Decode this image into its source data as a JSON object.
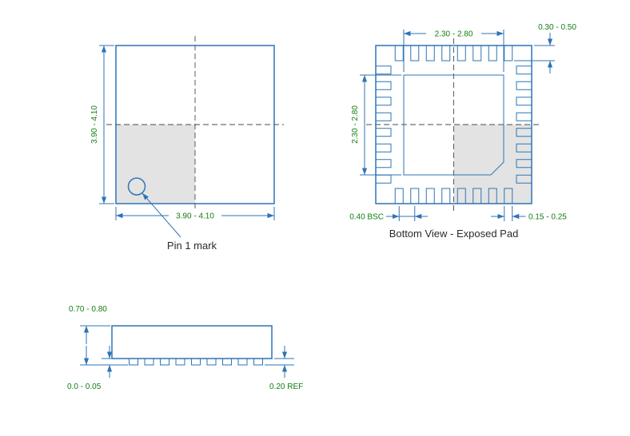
{
  "colors": {
    "line_blue": "#2e74b5",
    "dim_green": "#117d11",
    "shade_gray": "#e3e3e3",
    "centerline": "#4a4a4a",
    "label_dark": "#2b2b2b"
  },
  "top_view": {
    "width_dim": "3.90 - 4.10",
    "height_dim": "3.90 - 4.10",
    "pin1_label": "Pin 1 mark"
  },
  "bottom_view": {
    "title": "Bottom View - Exposed Pad",
    "exposed_pad_width_dim": "2.30 - 2.80",
    "exposed_pad_height_dim": "2.30 - 2.80",
    "terminal_length_dim": "0.30 - 0.50",
    "terminal_pitch_dim": "0.40 BSC",
    "terminal_width_dim": "0.15 - 0.25"
  },
  "side_view": {
    "package_height_dim": "0.70 - 0.80",
    "standoff_dim": "0.0 - 0.05",
    "lead_thickness_dim": "0.20 REF"
  }
}
